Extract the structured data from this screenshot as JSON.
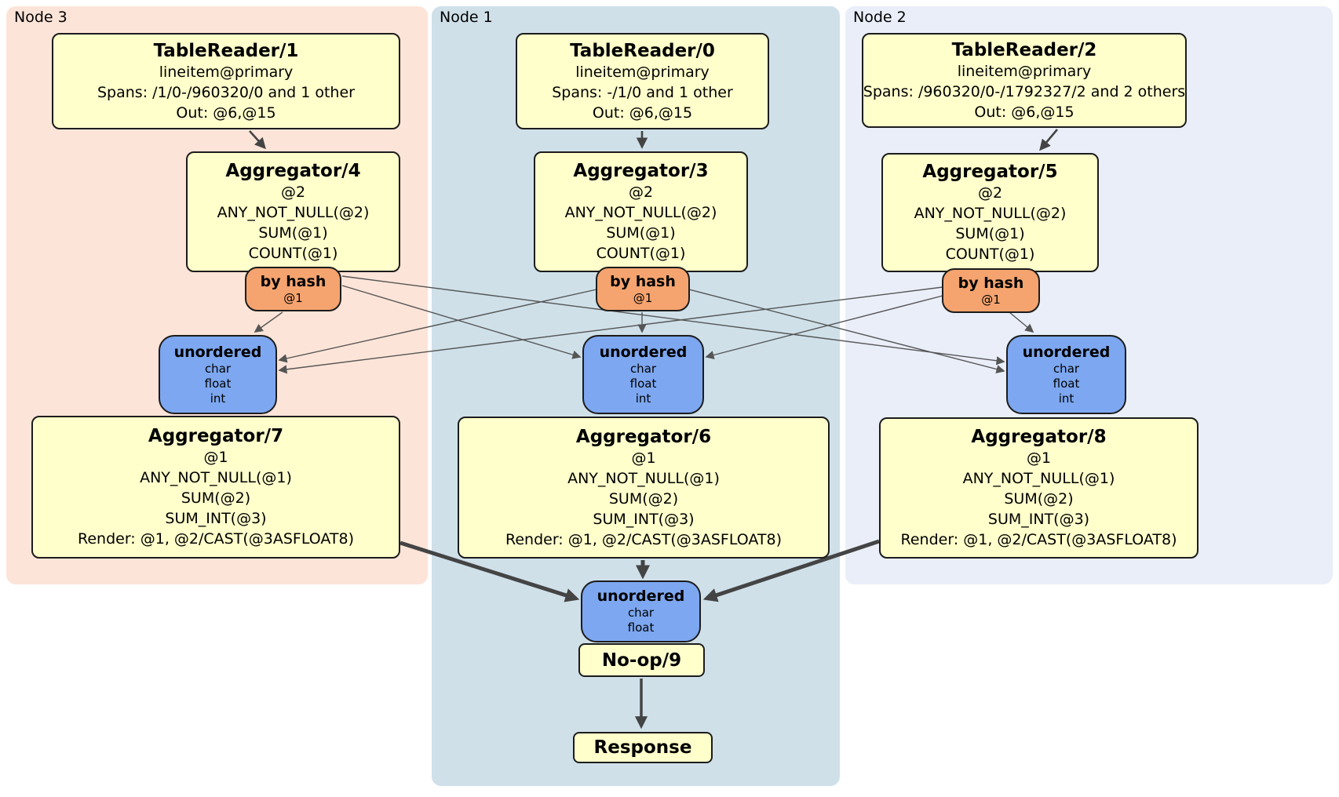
{
  "diagram": {
    "kind": "distributed-sql-plan",
    "regions": {
      "node3": {
        "label": "Node 3",
        "bg": "#fde4d8"
      },
      "node1": {
        "label": "Node 1",
        "bg": "#cfe0e9"
      },
      "node2": {
        "label": "Node 2",
        "bg": "#e9eef8"
      }
    },
    "processors": {
      "tr1": {
        "title": "TableReader/1",
        "lines": [
          "lineitem@primary",
          "Spans: /1/0-/960320/0 and 1 other",
          "Out: @6,@15"
        ]
      },
      "tr0": {
        "title": "TableReader/0",
        "lines": [
          "lineitem@primary",
          "Spans: -/1/0 and 1 other",
          "Out: @6,@15"
        ]
      },
      "tr2": {
        "title": "TableReader/2",
        "lines": [
          "lineitem@primary",
          "Spans: /960320/0-/1792327/2 and 2 others",
          "Out: @6,@15"
        ]
      },
      "agg4": {
        "title": "Aggregator/4",
        "lines": [
          "@2",
          "ANY_NOT_NULL(@2)",
          "SUM(@1)",
          "COUNT(@1)"
        ]
      },
      "agg3": {
        "title": "Aggregator/3",
        "lines": [
          "@2",
          "ANY_NOT_NULL(@2)",
          "SUM(@1)",
          "COUNT(@1)"
        ]
      },
      "agg5": {
        "title": "Aggregator/5",
        "lines": [
          "@2",
          "ANY_NOT_NULL(@2)",
          "SUM(@1)",
          "COUNT(@1)"
        ]
      },
      "agg7": {
        "title": "Aggregator/7",
        "lines": [
          "@1",
          "ANY_NOT_NULL(@1)",
          "SUM(@2)",
          "SUM_INT(@3)",
          "Render: @1, @2/CAST(@3ASFLOAT8)"
        ]
      },
      "agg6": {
        "title": "Aggregator/6",
        "lines": [
          "@1",
          "ANY_NOT_NULL(@1)",
          "SUM(@2)",
          "SUM_INT(@3)",
          "Render: @1, @2/CAST(@3ASFLOAT8)"
        ]
      },
      "agg8": {
        "title": "Aggregator/8",
        "lines": [
          "@1",
          "ANY_NOT_NULL(@1)",
          "SUM(@2)",
          "SUM_INT(@3)",
          "Render: @1, @2/CAST(@3ASFLOAT8)"
        ]
      },
      "noop": {
        "title": "No-op/9"
      },
      "response": {
        "title": "Response"
      }
    },
    "routers": {
      "hash3": {
        "title": "by hash",
        "lines": [
          "@1"
        ]
      },
      "hash1": {
        "title": "by hash",
        "lines": [
          "@1"
        ]
      },
      "hash2": {
        "title": "by hash",
        "lines": [
          "@1"
        ]
      }
    },
    "synchronizers": {
      "uno3": {
        "title": "unordered",
        "lines": [
          "char",
          "float",
          "int"
        ]
      },
      "uno1": {
        "title": "unordered",
        "lines": [
          "char",
          "float",
          "int"
        ]
      },
      "uno2": {
        "title": "unordered",
        "lines": [
          "char",
          "float",
          "int"
        ]
      },
      "unoBottom": {
        "title": "unordered",
        "lines": [
          "char",
          "float"
        ]
      }
    },
    "edges": [
      {
        "from": "tr1",
        "to": "agg4",
        "style": "arrow"
      },
      {
        "from": "tr0",
        "to": "agg3",
        "style": "arrow"
      },
      {
        "from": "tr2",
        "to": "agg5",
        "style": "arrow"
      },
      {
        "from": "hash3",
        "to": "uno3",
        "style": "thin-arrow"
      },
      {
        "from": "hash3",
        "to": "uno1",
        "style": "thin-arrow"
      },
      {
        "from": "hash3",
        "to": "uno2",
        "style": "thin-arrow"
      },
      {
        "from": "hash1",
        "to": "uno3",
        "style": "thin-arrow"
      },
      {
        "from": "hash1",
        "to": "uno1",
        "style": "thin-arrow"
      },
      {
        "from": "hash1",
        "to": "uno2",
        "style": "thin-arrow"
      },
      {
        "from": "hash2",
        "to": "uno3",
        "style": "thin-arrow"
      },
      {
        "from": "hash2",
        "to": "uno1",
        "style": "thin-arrow"
      },
      {
        "from": "hash2",
        "to": "uno2",
        "style": "thin-arrow"
      },
      {
        "from": "agg7",
        "to": "unoBottom",
        "style": "thick-arrow"
      },
      {
        "from": "agg6",
        "to": "unoBottom",
        "style": "thick-arrow"
      },
      {
        "from": "agg8",
        "to": "unoBottom",
        "style": "thick-arrow"
      },
      {
        "from": "noop",
        "to": "response",
        "style": "thick-arrow"
      }
    ],
    "colors": {
      "processor_fill": "#ffffcc",
      "router_fill": "#f5a46f",
      "sync_fill": "#7da7f0",
      "border": "#1c1c1c",
      "edge_thin": "#555555",
      "edge_thick": "#444444"
    }
  }
}
